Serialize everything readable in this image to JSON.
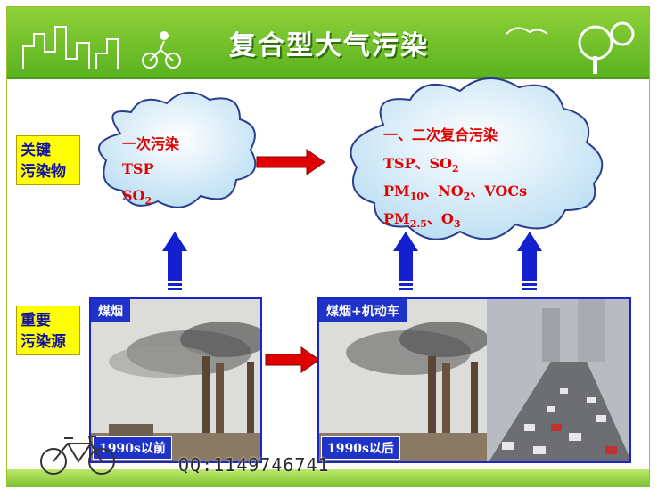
{
  "title": "复合型大气污染",
  "labels": {
    "key_pollutants": [
      "关键",
      "污染物"
    ],
    "major_sources": [
      "重要",
      "污染源"
    ]
  },
  "cloud_left": {
    "title": "一次污染",
    "line1": "TSP",
    "line2_base": "SO",
    "line2_sub": "2"
  },
  "cloud_right": {
    "title": "一、二次复合污染",
    "line1_base": "TSP、SO",
    "line1_sub": "2",
    "line2_a": "PM",
    "line2_a_sub": "10",
    "line2_b": "、NO",
    "line2_b_sub": "2",
    "line2_c": "、VOCs",
    "line3_a": "PM",
    "line3_a_sub": "2.5",
    "line3_b": "、O",
    "line3_b_sub": "3"
  },
  "panel_left": {
    "tag": "煤烟",
    "date": "1990s以前"
  },
  "panel_right": {
    "tag": "煤烟+机动车",
    "date": "1990s以后"
  },
  "watermark": "QQ:1149746741",
  "colors": {
    "banner": "#6cc22a",
    "arrow_red": "#e00000",
    "arrow_blue": "#1420d0",
    "label_yellow": "#ffff00"
  }
}
